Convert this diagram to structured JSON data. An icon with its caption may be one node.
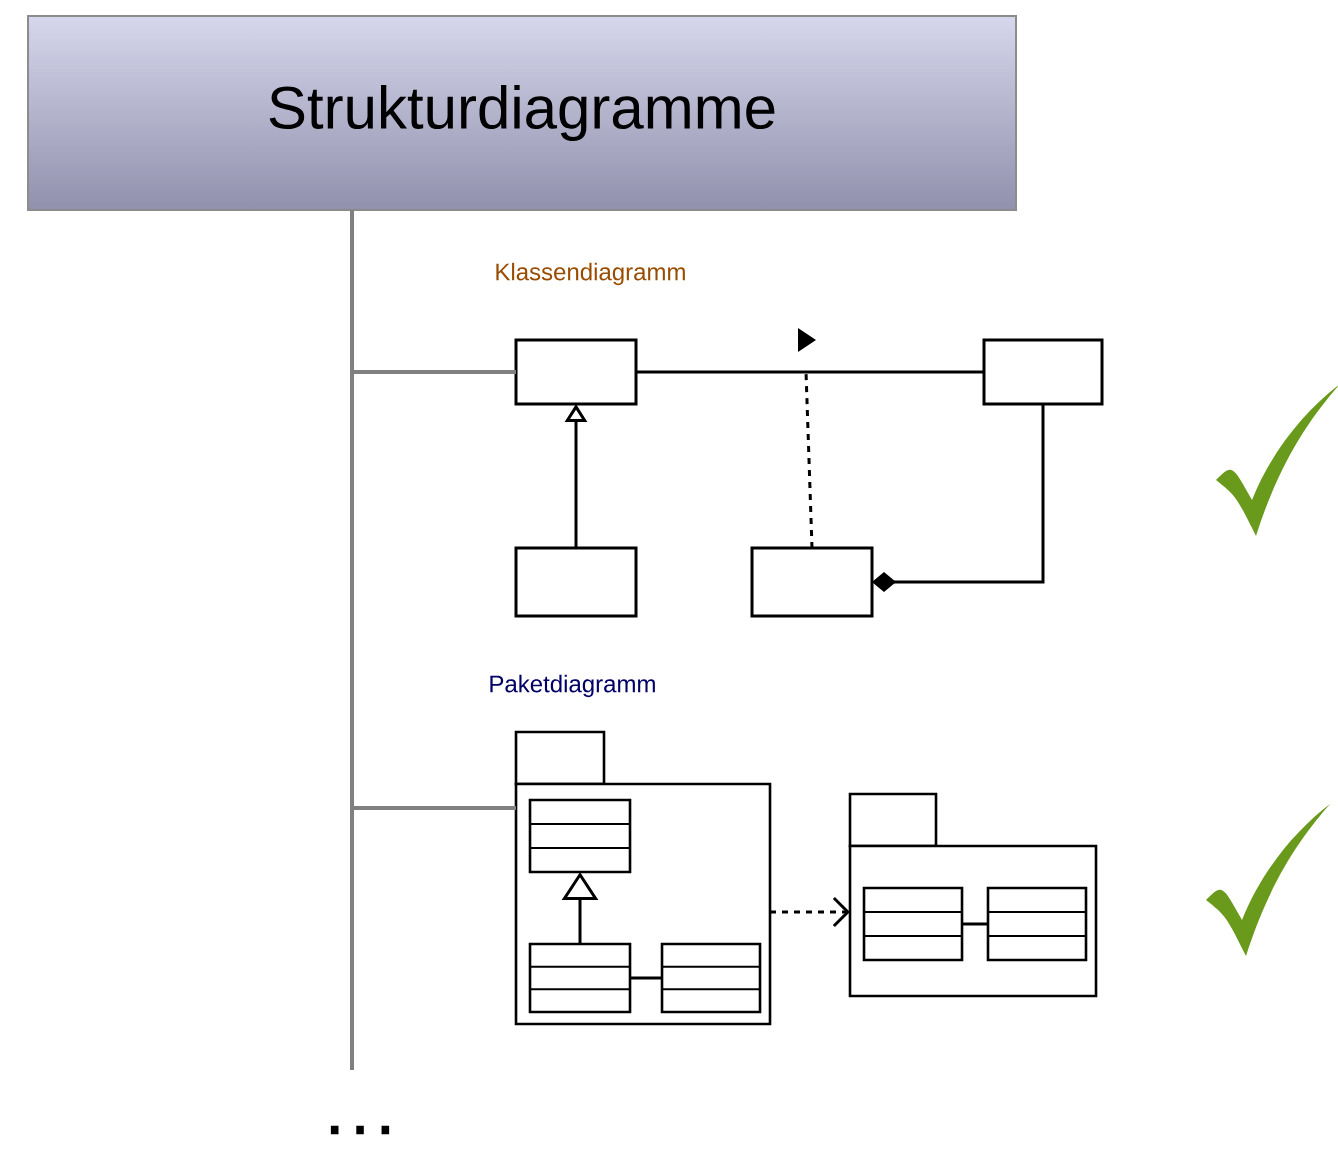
{
  "diagram": {
    "nodes": [
      {
        "text": [
          "Strukturdiagramme"
        ]
      },
      {
        "text": [],
        "shape": "box"
      },
      {
        "text": [],
        "shape": "box"
      },
      {
        "text": [],
        "shape": "box"
      },
      {
        "text": [],
        "shape": "box"
      },
      {
        "text": [],
        "shape": "package"
      },
      {
        "text": [],
        "shape": "class",
        "in": 5
      },
      {
        "text": [],
        "shape": "class",
        "in": 5
      },
      {
        "text": [],
        "shape": "class",
        "in": 5
      },
      {
        "text": [],
        "shape": "package"
      },
      {
        "text": [],
        "shape": "class",
        "in": 9
      },
      {
        "text": [],
        "shape": "class",
        "in": 9
      }
    ],
    "edges": [
      {
        "from": 0,
        "to": 1,
        "arrow": "none",
        "color": "#808080"
      },
      {
        "from": 0,
        "to": 5,
        "arrow": "none",
        "color": "#808080"
      },
      {
        "from": 1,
        "to": 2,
        "arrow": "none"
      },
      {
        "from": 4,
        "to": null,
        "arrow": "none",
        "style": "dashed"
      },
      {
        "from": 3,
        "to": 1,
        "arrow": "to"
      },
      {
        "from": 2,
        "to": 4,
        "arrow": "other"
      },
      {
        "from": 7,
        "to": 6,
        "arrow": "to"
      },
      {
        "from": 7,
        "to": 8,
        "arrow": "none"
      },
      {
        "from": 5,
        "to": 9,
        "arrow": "to",
        "style": "dashed"
      },
      {
        "from": 10,
        "to": 11,
        "arrow": "none"
      }
    ],
    "labels": [
      "Klassendiagramm",
      "Paketdiagramm",
      "…"
    ]
  }
}
